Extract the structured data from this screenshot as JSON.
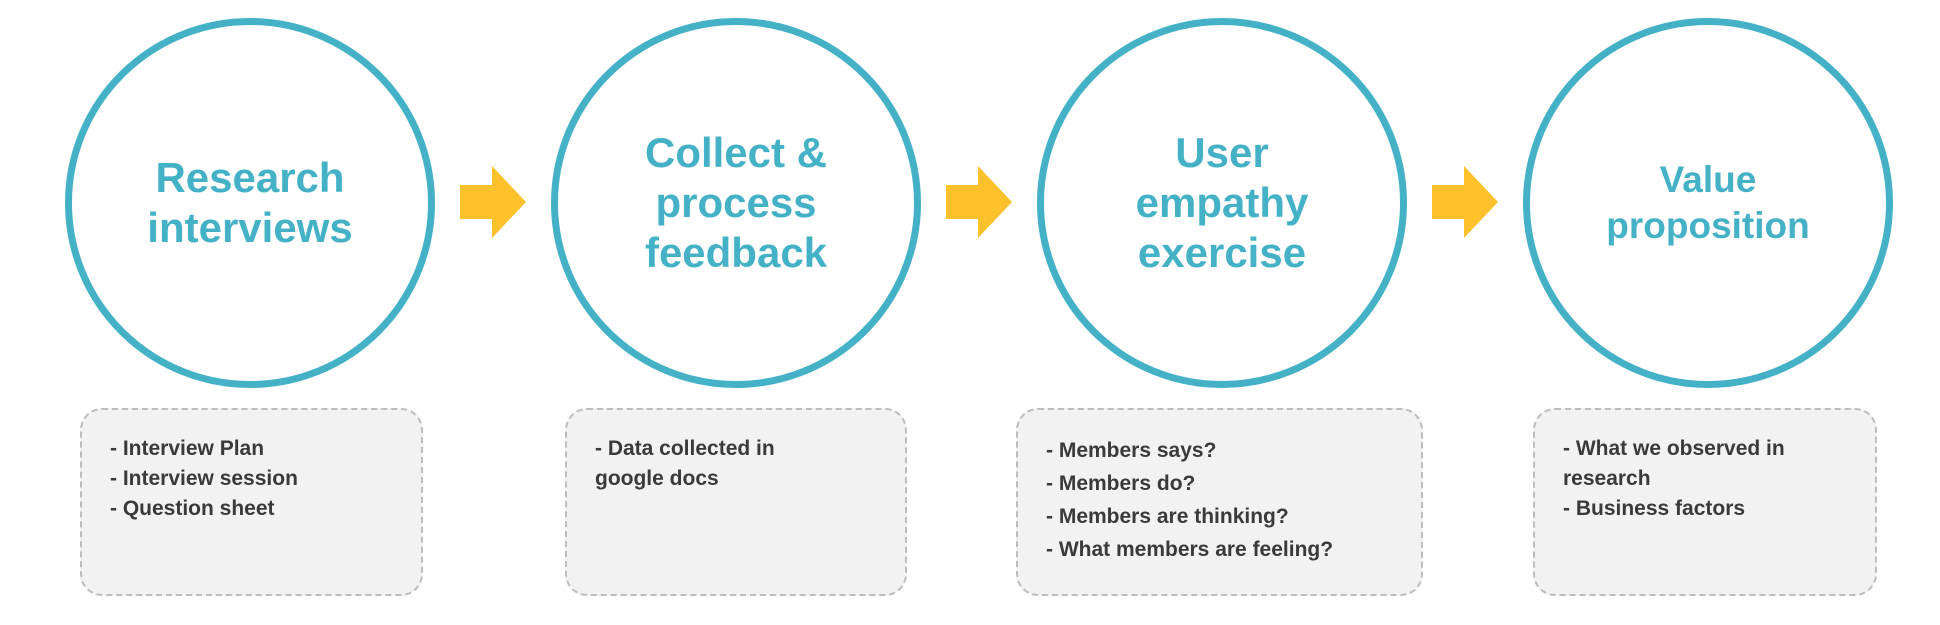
{
  "colors": {
    "circle_stroke": "#44b1c7",
    "title_text": "#44b1c7",
    "arrow_fill": "#fcc12b",
    "note_background": "#f2f2f2",
    "note_border": "#bdbdbd",
    "note_text": "#3a3a3a"
  },
  "icons": {
    "connector": "right-arrow"
  },
  "steps": [
    {
      "title_lines": [
        "Research",
        "interviews"
      ]
    },
    {
      "title_lines": [
        "Collect &",
        "process",
        "feedback"
      ]
    },
    {
      "title_lines": [
        "User",
        "empathy",
        "exercise"
      ]
    },
    {
      "title_lines": [
        "Value",
        "proposition"
      ]
    }
  ],
  "notes": [
    {
      "lines": [
        "- Interview Plan",
        "- Interview session",
        "- Question sheet"
      ]
    },
    {
      "lines": [
        "- Data collected in",
        "google docs"
      ]
    },
    {
      "lines": [
        "- Members says?",
        "- Members do?",
        "- Members are thinking?",
        "- What members are feeling?"
      ]
    },
    {
      "lines": [
        "- What we observed in",
        "research",
        "- Business factors"
      ]
    }
  ]
}
